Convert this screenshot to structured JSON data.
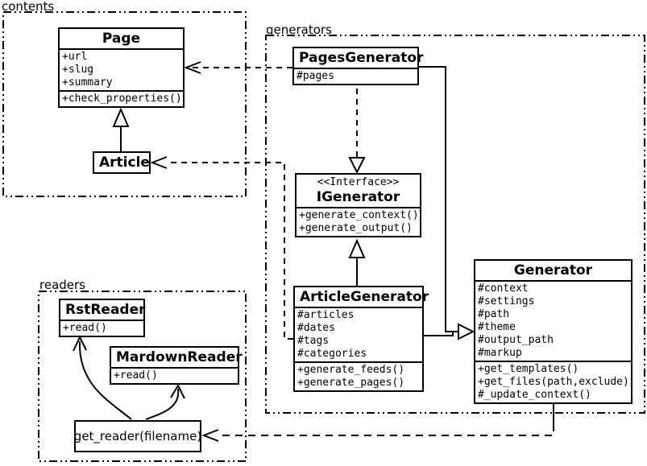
{
  "packages": {
    "contents": {
      "label": "contents"
    },
    "generators": {
      "label": "generators"
    },
    "readers": {
      "label": "readers"
    }
  },
  "classes": {
    "page": {
      "title": "Page",
      "attributes": [
        "+url",
        "+slug",
        "+summary"
      ],
      "methods": [
        "+check_properties()"
      ]
    },
    "article": {
      "title": "Article"
    },
    "pages_generator": {
      "title": "PagesGenerator",
      "attributes": [
        "#pages"
      ]
    },
    "igenerator": {
      "stereotype": "<<Interface>>",
      "title": "IGenerator",
      "methods": [
        "+generate_context()",
        "+generate_output()"
      ]
    },
    "article_generator": {
      "title": "ArticleGenerator",
      "attributes": [
        "#articles",
        "#dates",
        "#tags",
        "#categories"
      ],
      "methods": [
        "+generate_feeds()",
        "+generate_pages()"
      ]
    },
    "generator": {
      "title": "Generator",
      "attributes": [
        "#context",
        "#settings",
        "#path",
        "#theme",
        "#output_path",
        "#markup"
      ],
      "methods": [
        "+get_templates()",
        "+get_files(path,exclude)",
        "#_update_context()"
      ]
    },
    "rst_reader": {
      "title": "RstReader",
      "methods": [
        "+read()"
      ]
    },
    "mardown_reader": {
      "title": "MardownReader",
      "methods": [
        "+read()"
      ]
    }
  },
  "nodes": {
    "get_reader": {
      "label": "get_reader(filename)"
    }
  },
  "colors": {
    "ink": "#000000",
    "paper": "#ffffff"
  }
}
